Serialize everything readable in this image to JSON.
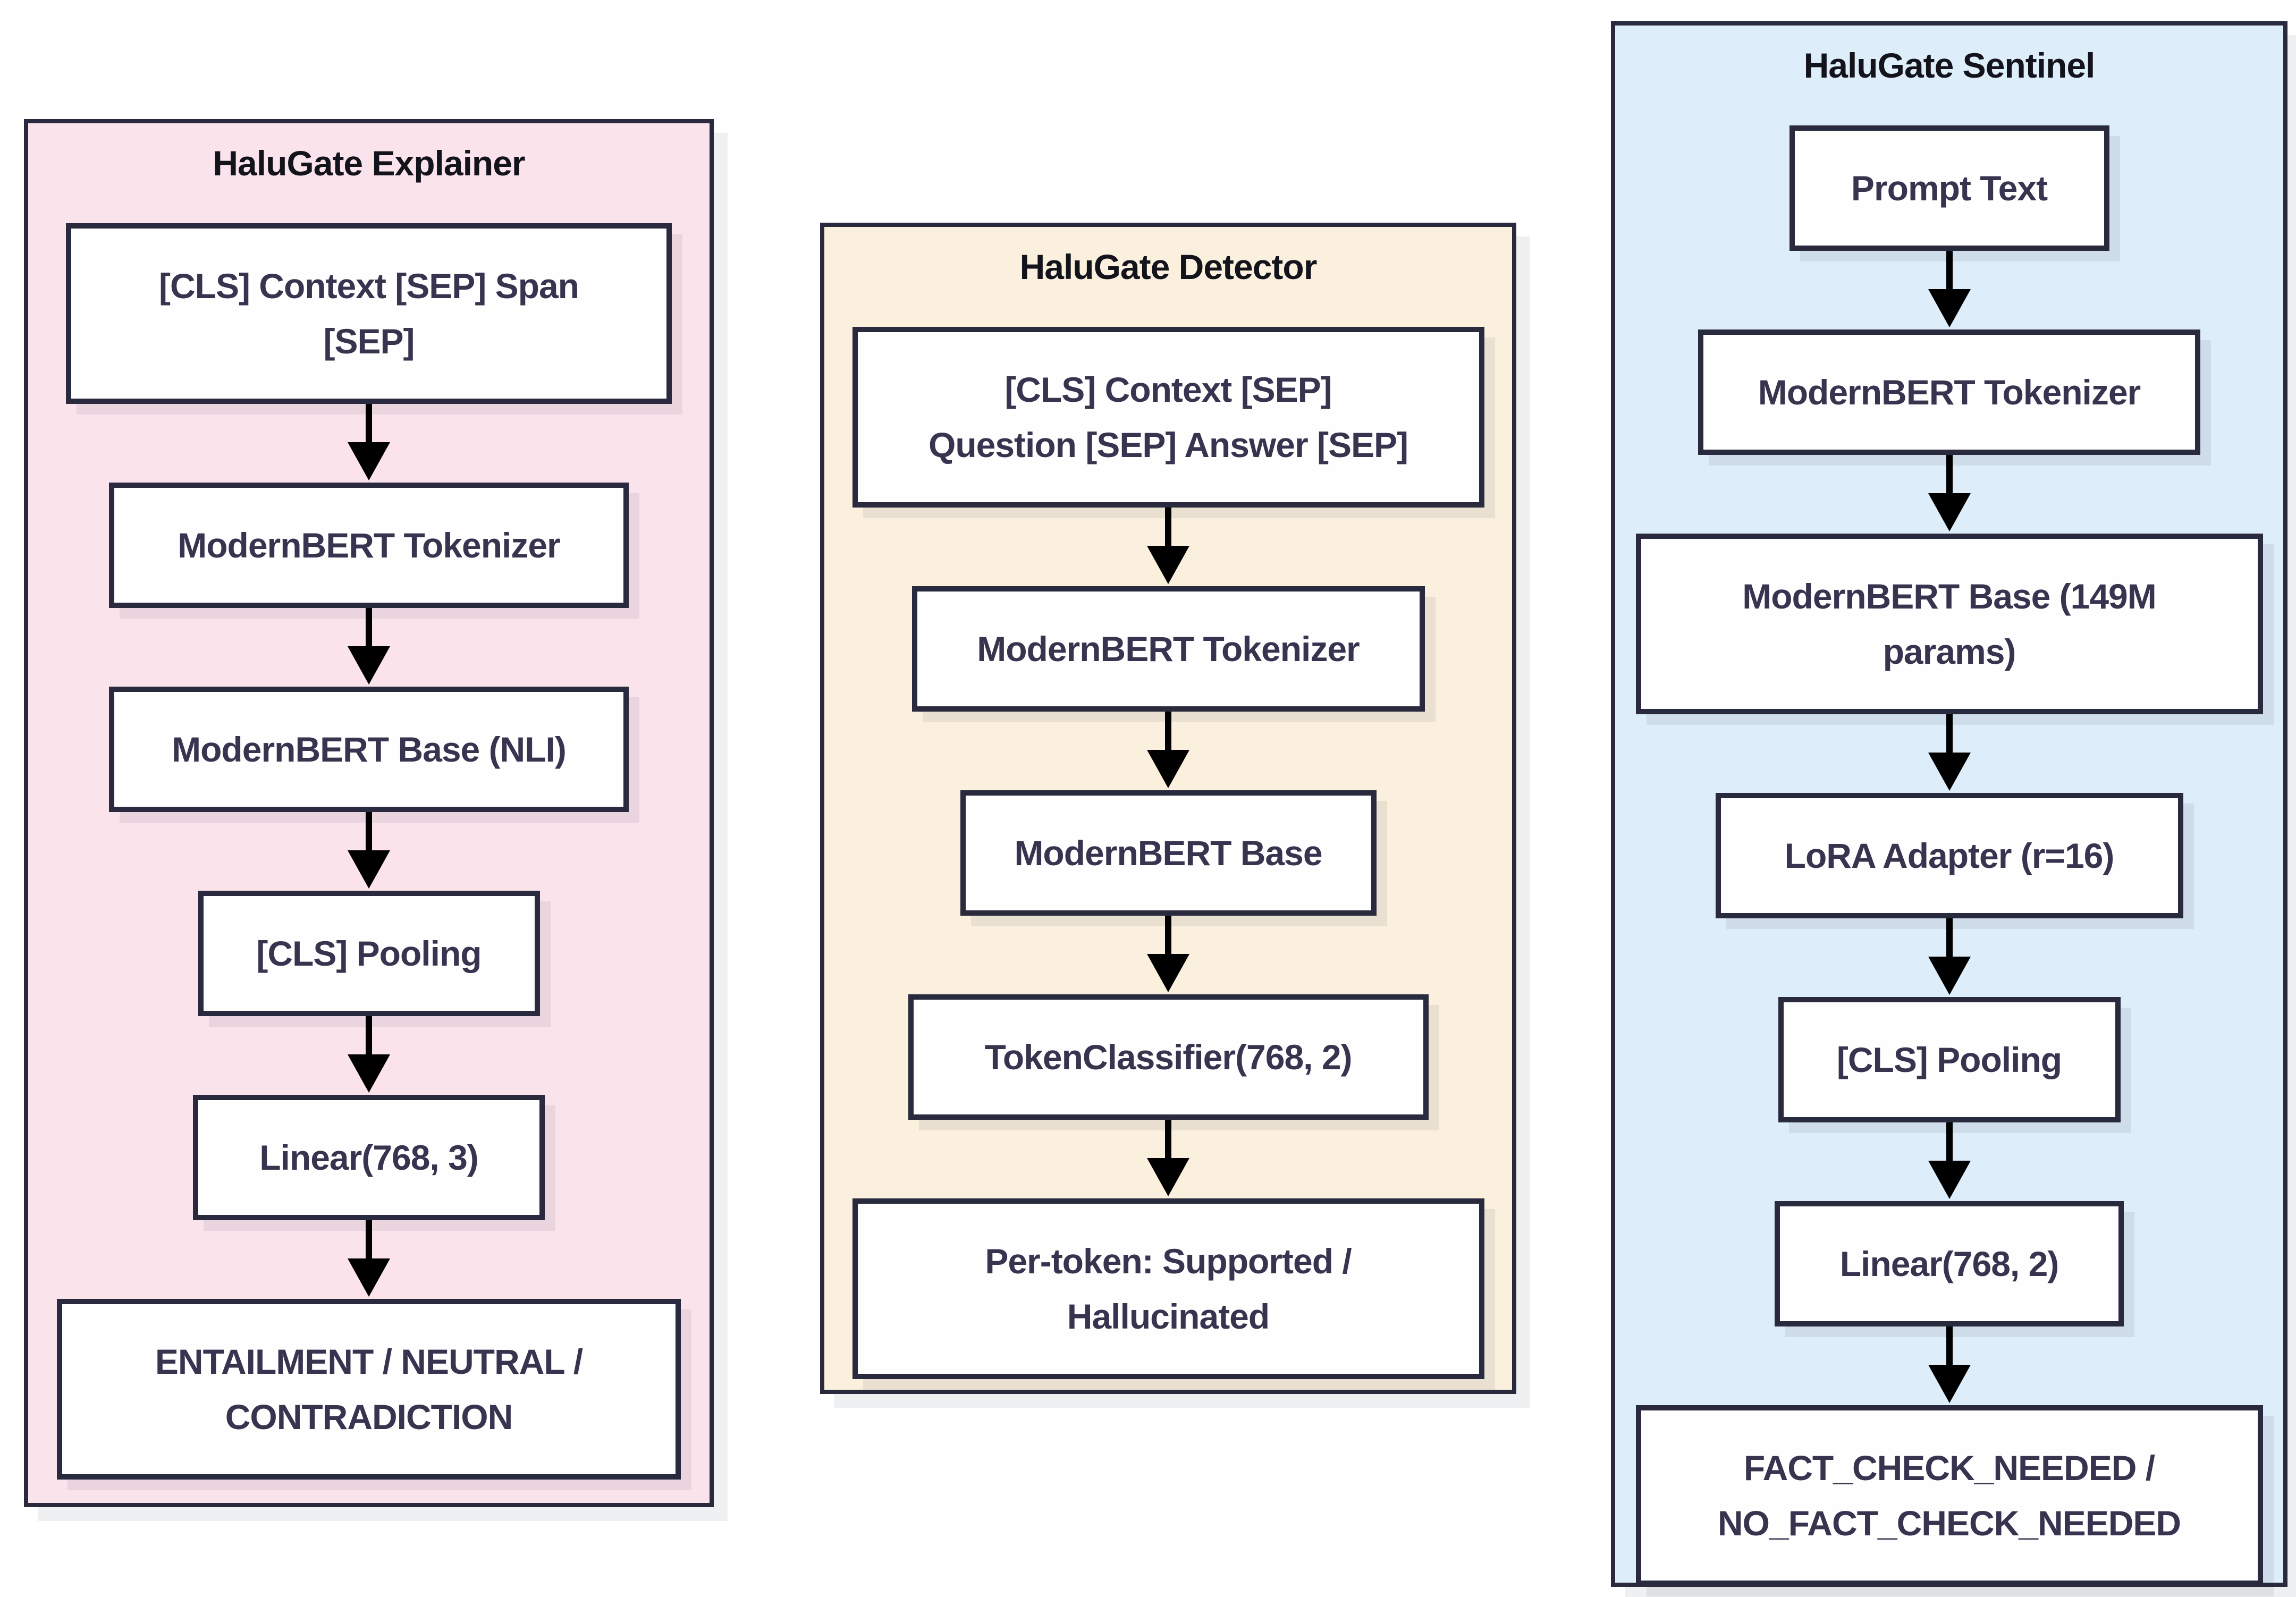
{
  "colors": {
    "page-bg": "#ffffff",
    "ink": "#2a2a3e",
    "title-text": "#13131c",
    "node-text": "#37344f",
    "arrow": "#000000",
    "node-bg": "#fefefe",
    "explainer-bg": "#fbe3eb",
    "detector-bg": "#fbf0de",
    "sentinel-bg": "#deedfa"
  },
  "panels": [
    {
      "id": "explainer",
      "title": "HaluGate Explainer",
      "nodes": [
        {
          "lines": [
            "[CLS] Context [SEP] Span",
            "[SEP]"
          ]
        },
        {
          "lines": [
            "ModernBERT Tokenizer"
          ]
        },
        {
          "lines": [
            "ModernBERT Base (NLI)"
          ]
        },
        {
          "lines": [
            "[CLS] Pooling"
          ]
        },
        {
          "lines": [
            "Linear(768, 3)"
          ]
        },
        {
          "lines": [
            "ENTAILMENT / NEUTRAL /",
            "CONTRADICTION"
          ]
        }
      ]
    },
    {
      "id": "detector",
      "title": "HaluGate Detector",
      "nodes": [
        {
          "lines": [
            "[CLS] Context [SEP]",
            "Question [SEP] Answer [SEP]"
          ]
        },
        {
          "lines": [
            "ModernBERT Tokenizer"
          ]
        },
        {
          "lines": [
            "ModernBERT Base"
          ]
        },
        {
          "lines": [
            "TokenClassifier(768, 2)"
          ]
        },
        {
          "lines": [
            "Per-token: Supported /",
            "Hallucinated"
          ]
        }
      ]
    },
    {
      "id": "sentinel",
      "title": "HaluGate Sentinel",
      "nodes": [
        {
          "lines": [
            "Prompt Text"
          ]
        },
        {
          "lines": [
            "ModernBERT Tokenizer"
          ]
        },
        {
          "lines": [
            "ModernBERT Base (149M",
            "params)"
          ]
        },
        {
          "lines": [
            "LoRA Adapter (r=16)"
          ]
        },
        {
          "lines": [
            "[CLS] Pooling"
          ]
        },
        {
          "lines": [
            "Linear(768, 2)"
          ]
        },
        {
          "lines": [
            "FACT_CHECK_NEEDED /",
            "NO_FACT_CHECK_NEEDED"
          ]
        }
      ]
    }
  ]
}
